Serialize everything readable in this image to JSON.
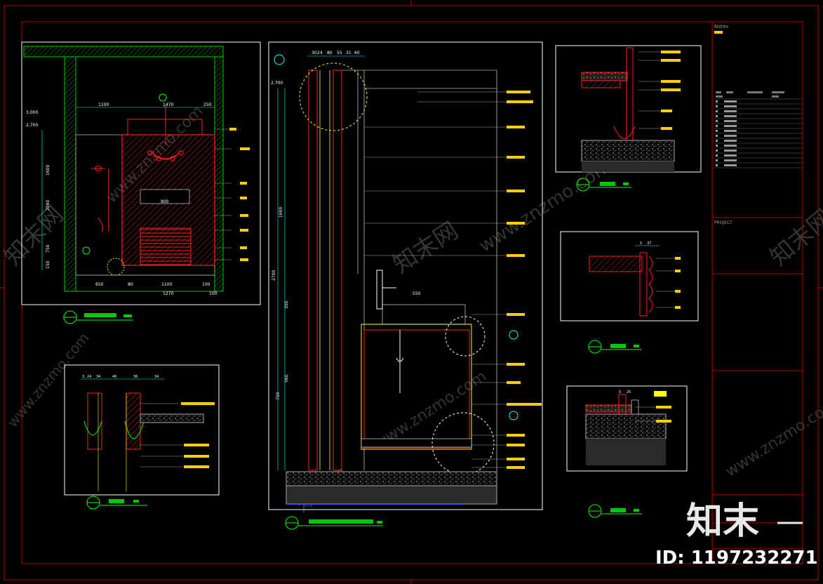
{
  "title_block": {
    "notes_label": "Notes",
    "project_label": "PROJECT"
  },
  "dimensions": {
    "a_top": [
      "1100",
      "1470",
      "250"
    ],
    "a_bottom_1": [
      "650",
      "1100",
      "80",
      "100"
    ],
    "a_bottom_2": [
      "1270",
      "100"
    ],
    "a_left": [
      "3,000",
      "2,700",
      "1600",
      "2560",
      "750",
      "150"
    ],
    "a_mirror": "800",
    "b_top": [
      "30",
      "24",
      "80",
      "55",
      "31",
      "60"
    ],
    "b_left": [
      "2,700",
      "1600",
      "2700",
      "350",
      "560",
      "750"
    ],
    "b_basin": "550",
    "d1_top": [
      "3",
      "24",
      "34",
      "46",
      "36",
      "34"
    ],
    "d2_top": [
      "5",
      "37"
    ],
    "d4_top": [
      "5",
      "25"
    ]
  },
  "watermark": {
    "url": "www.znzmo.com",
    "cn": "知末网",
    "logo": "知末",
    "id": "ID: 1197232271"
  },
  "colors": {
    "frame": "#c00000",
    "viewport": "#ffffff",
    "wall": "#00c800",
    "object": "#ff2020",
    "detail": "#ffff00",
    "callout": "#00ffff",
    "tag": "#ffd000",
    "title": "#00ff00"
  }
}
